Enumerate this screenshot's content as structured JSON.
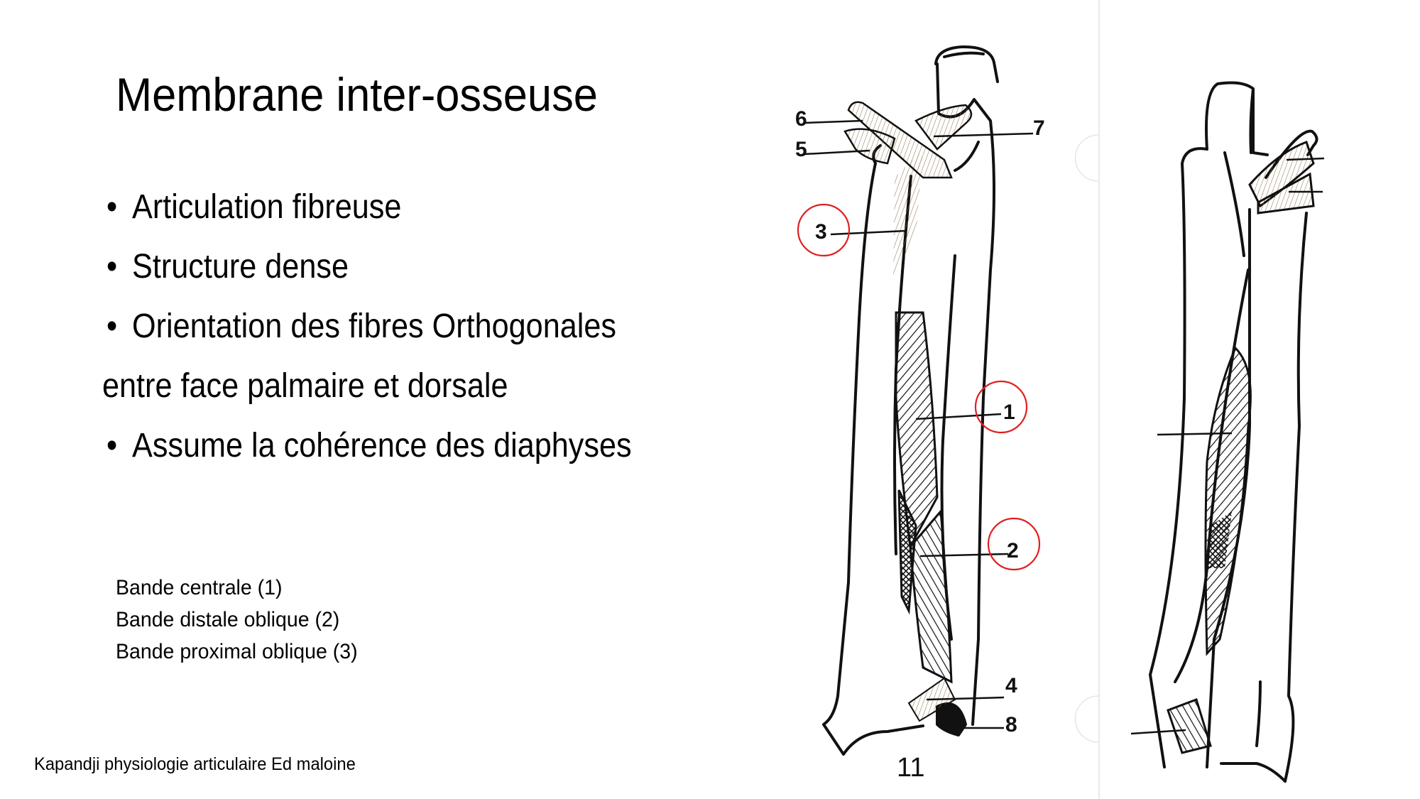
{
  "slide": {
    "title": "Membrane inter-osseuse",
    "bullets": [
      {
        "marker": "•",
        "text": "Articulation fibreuse"
      },
      {
        "marker": "•",
        "text": "Structure dense"
      },
      {
        "marker": "•",
        "text": "Orientation des fibres Orthogonales"
      },
      {
        "marker": "",
        "text": "entre face palmaire et dorsale"
      },
      {
        "marker": "•",
        "text": "Assume la cohérence des diaphyses"
      }
    ],
    "legend": [
      "Bande centrale (1)",
      "Bande distale oblique (2)",
      "Bande proximal oblique (3)"
    ],
    "source": "Kapandji physiologie articulaire Ed maloine"
  },
  "figure": {
    "labels": {
      "l1": "1",
      "l2": "2",
      "l3": "3",
      "l4": "4",
      "l5": "5",
      "l6": "6",
      "l7": "7",
      "l8": "8"
    },
    "figure_number": "11",
    "highlight_color": "#e02020",
    "highlighted_labels": [
      "1",
      "2",
      "3"
    ]
  }
}
